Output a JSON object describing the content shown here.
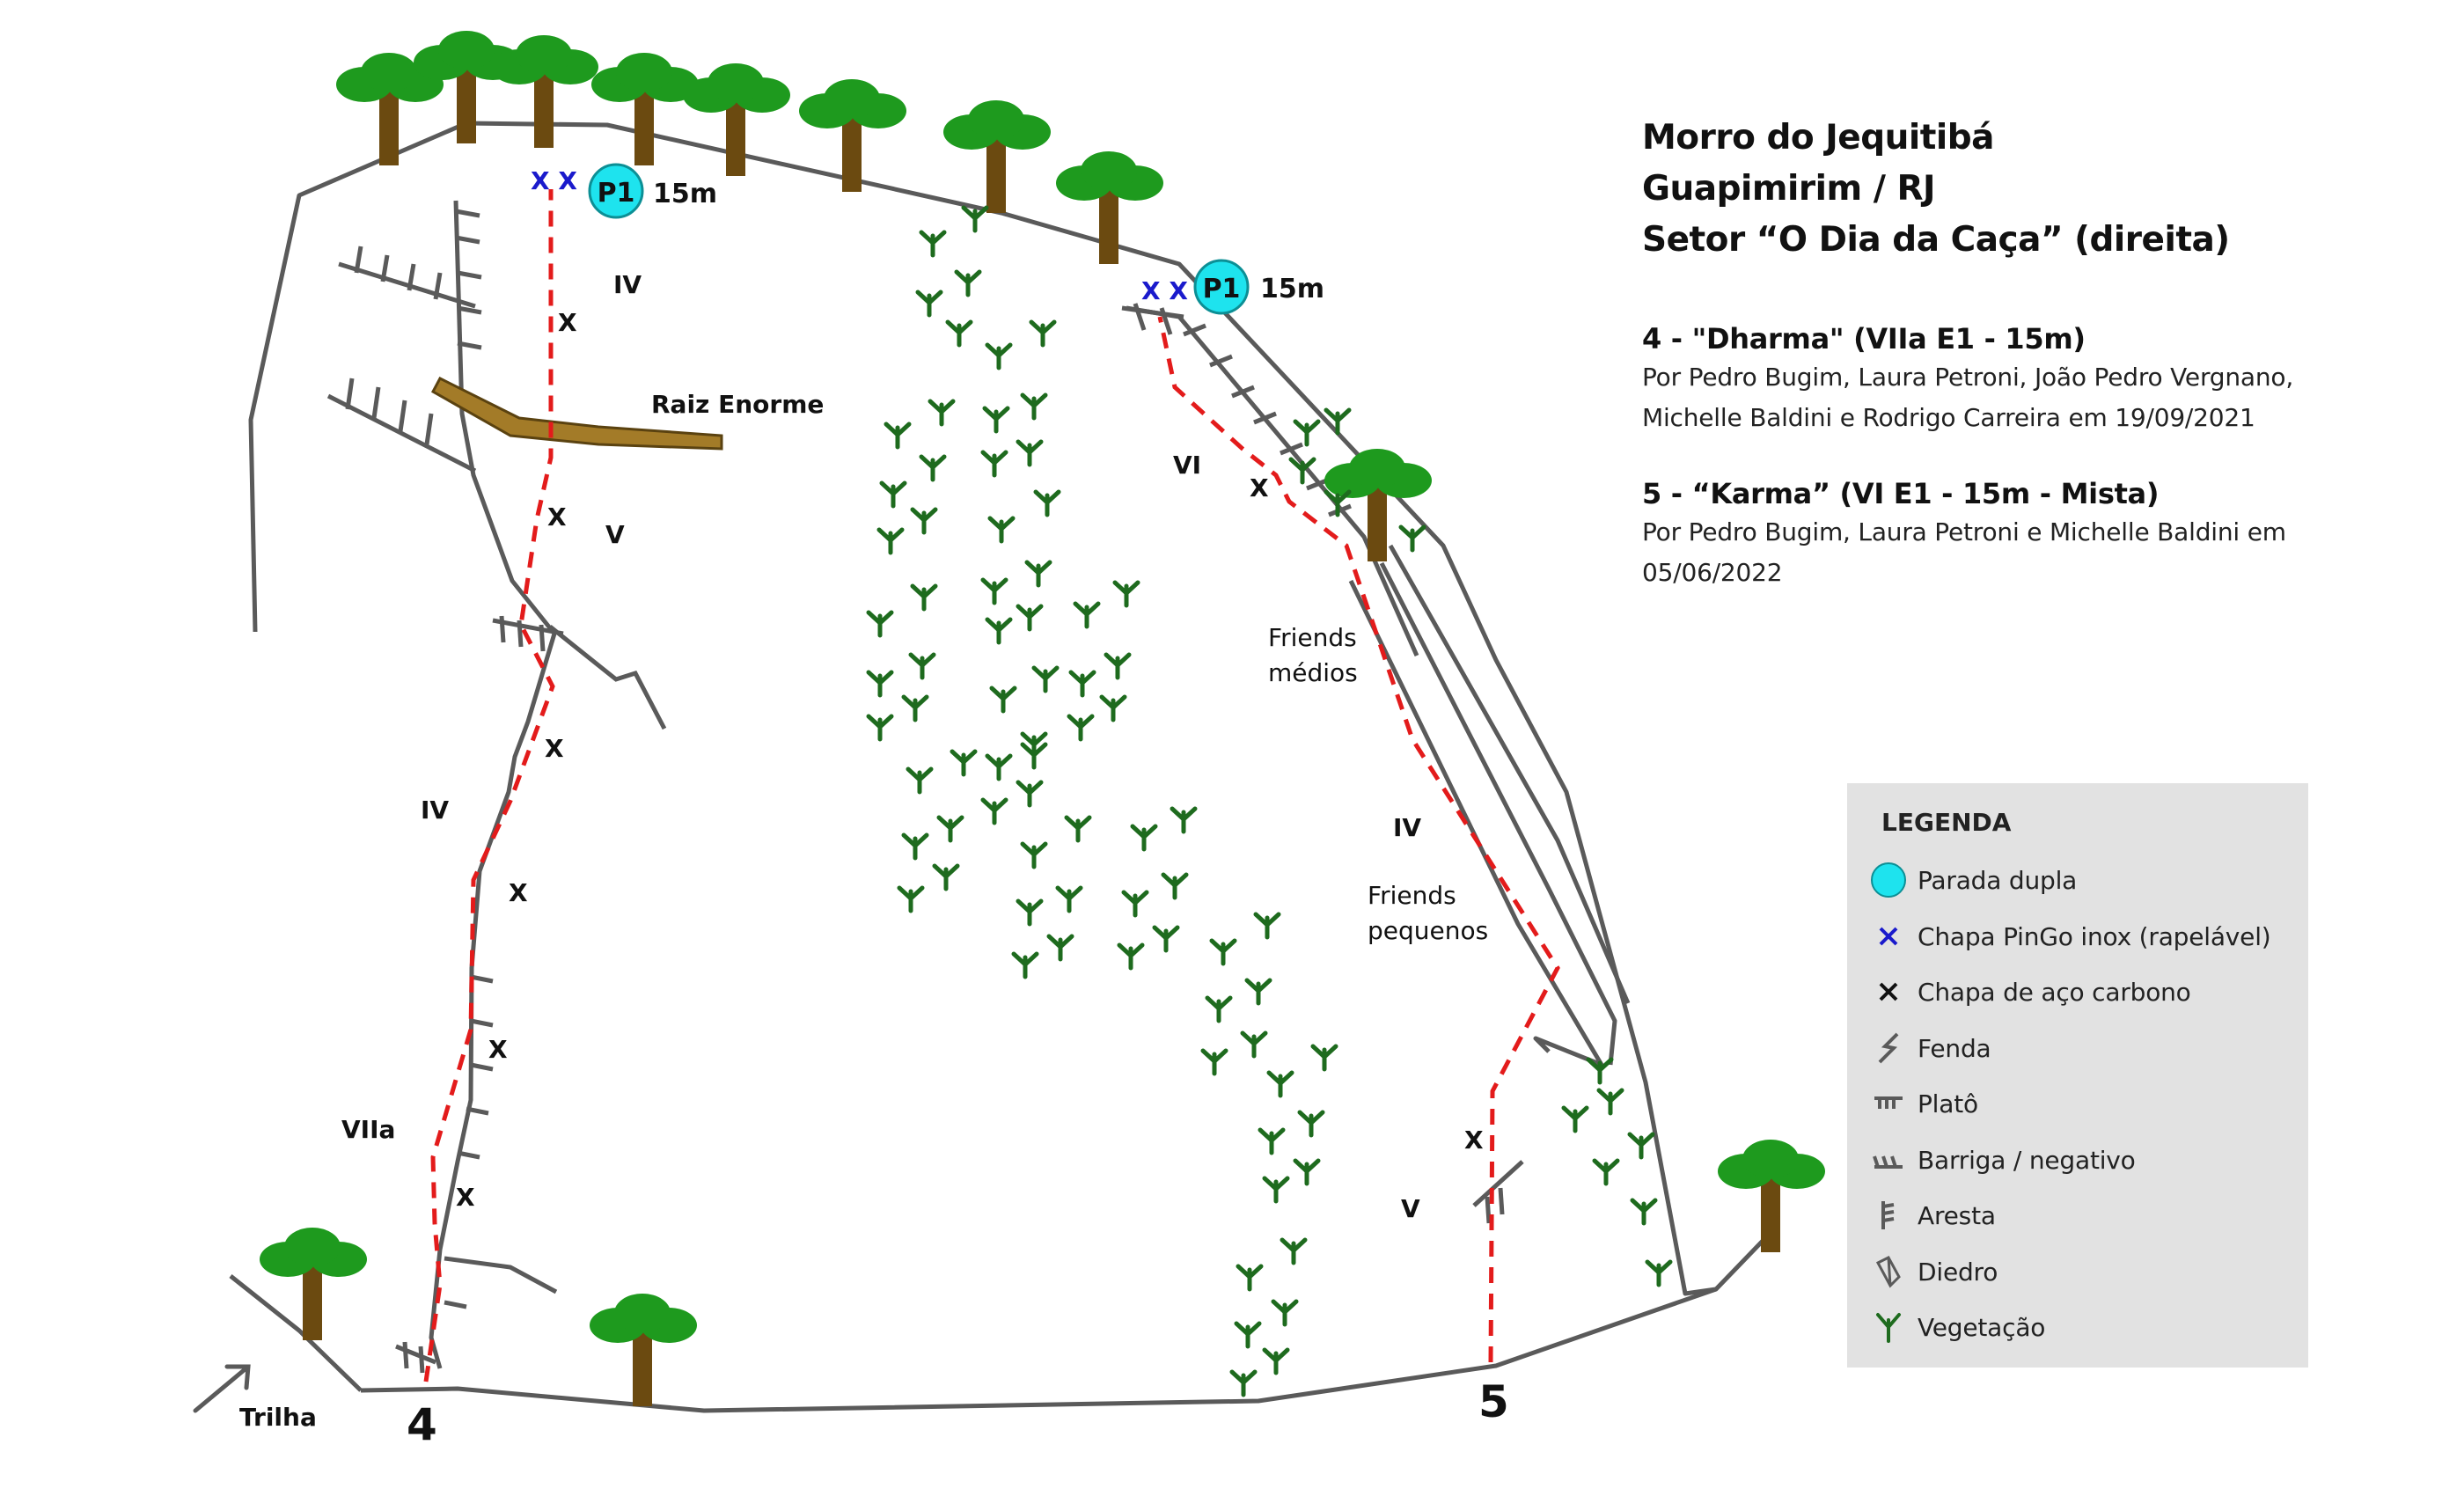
{
  "title": {
    "line1": "Morro do Jequitibá",
    "line2": "Guapimirim / RJ",
    "line3": "Setor “O Dia da Caça” (direita)"
  },
  "routes": [
    {
      "heading": "4 - \"Dharma\" (VIIa E1 - 15m)",
      "desc_line1": "Por Pedro Bugim, Laura Petroni, João Pedro Vergnano,",
      "desc_line2": "Michelle Baldini e Rodrigo Carreira em 19/09/2021"
    },
    {
      "heading": "5 - “Karma” (VI E1 - 15m - Mista)",
      "desc_line1": "Por Pedro Bugim, Laura Petroni e Michelle Baldini em",
      "desc_line2": "05/06/2022"
    }
  ],
  "legend": {
    "title": "LEGENDA",
    "items": [
      {
        "label": "Parada dupla",
        "icon": "double-anchor-icon"
      },
      {
        "label": "Chapa PinGo inox (rapelável)",
        "icon": "blue-x-icon"
      },
      {
        "label": "Chapa de aço carbono",
        "icon": "black-x-icon"
      },
      {
        "label": "Fenda",
        "icon": "crack-icon"
      },
      {
        "label": "Platô",
        "icon": "ledge-icon"
      },
      {
        "label": "Barriga / negativo",
        "icon": "overhang-icon"
      },
      {
        "label": "Aresta",
        "icon": "arete-icon"
      },
      {
        "label": "Diedro",
        "icon": "dihedral-icon"
      },
      {
        "label": "Vegetação",
        "icon": "vegetation-icon"
      }
    ]
  },
  "topo": {
    "anchor_label": "P1",
    "anchor_length": "15m",
    "route_numbers": [
      "4",
      "5"
    ],
    "trail_label": "Trilha",
    "feature_root": "Raiz Enorme",
    "friends_medios_line1": "Friends",
    "friends_medios_line2": "médios",
    "friends_pequenos_line1": "Friends",
    "friends_pequenos_line2": "pequenos",
    "bolt_mark": "X",
    "pingo_mark": "X X",
    "grades": {
      "r4_top": "IV",
      "r4_mid": "V",
      "r4_lower": "IV",
      "r4_crux": "VIIa",
      "r5_top": "VI",
      "r5_mid": "IV",
      "r5_bottom": "V"
    }
  },
  "colors": {
    "rock_outline": "#5a5a5a",
    "route_line": "#e31b1b",
    "anchor": "#1ee3ee",
    "pingo": "#1a1acc",
    "vegetation": "#1e6b1e",
    "tree_canopy": "#1e9a1e",
    "tree_trunk": "#6b4a10",
    "root": "#a37b28",
    "legend_bg": "#e2e2e2"
  }
}
